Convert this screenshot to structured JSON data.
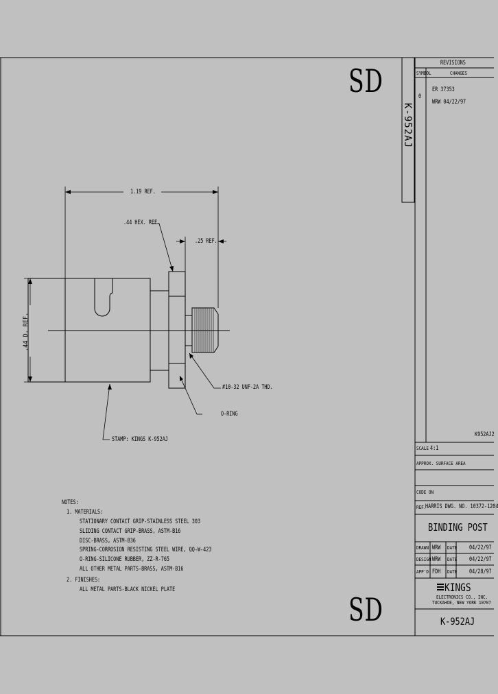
{
  "stamp_letters": "SD",
  "part_number_vertical": "K-952AJ",
  "revisions": {
    "header": "REVISIONS",
    "col_symbol": "SYMBOL",
    "col_changes": "CHANGES",
    "row": {
      "symbol": "0",
      "line1": "ER  37353",
      "line2": "WRW 04/22/97"
    }
  },
  "file_ref": "K952AJ2",
  "title_block": {
    "scale_label": "SCALE",
    "scale_value": "4:1",
    "area_label": "APPROX. SURFACE AREA",
    "code_label": "CODE ON",
    "ref_label": "REF.",
    "ref_value": "HARRIS DWG. NO. 10372-1204",
    "title": "BINDING POST",
    "rows": [
      {
        "role": "DRAWN",
        "initials": "WRW",
        "date_label": "DATE",
        "date": "04/22/97"
      },
      {
        "role": "DESIGN",
        "initials": "WRW",
        "date_label": "DATE",
        "date": "04/22/97"
      },
      {
        "role": "APP'D",
        "initials": "FDH",
        "date_label": "DATE",
        "date": "04/28/97"
      }
    ],
    "company": "KINGS",
    "company_line1": "ELECTRONICS CO., INC.",
    "company_line2": "TUCKAHOE, NEW YORK 10707",
    "part_number": "K-952AJ"
  },
  "dimensions": {
    "overall_length": "1.19 REF.",
    "hex": ".44 HEX. REF.",
    "thread_length": ".25 REF.",
    "diameter": ".44 D. REF.",
    "thread_spec": "#10-32 UNF-2A THD.",
    "oring": "O-RING",
    "stamp": "STAMP: KINGS K-952AJ"
  },
  "notes": {
    "title": "NOTES:",
    "materials_heading": "1. MATERIALS:",
    "materials": [
      "STATIONARY CONTACT GRIP-STAINLESS STEEL 303",
      "SLIDING CONTACT GRIP-BRASS, ASTM-B16",
      "DISC-BRASS, ASTM-B36",
      "SPRING-CORROSION RESISTING STEEL WIRE, QQ-W-423",
      "O-RING-SILICONE RUBBER, ZZ-R-765",
      "ALL OTHER METAL PARTS-BRASS, ASTM-B16"
    ],
    "finishes_heading": "2. FINISHES:",
    "finishes": [
      "ALL METAL PARTS-BLACK NICKEL PLATE"
    ]
  }
}
